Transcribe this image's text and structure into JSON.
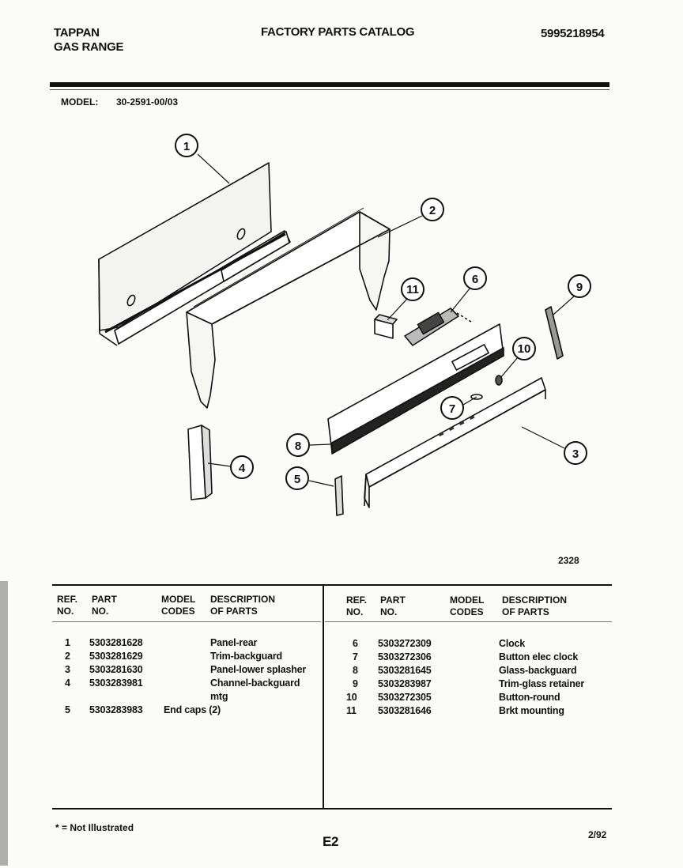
{
  "header": {
    "brand": "TAPPAN",
    "product": "GAS RANGE",
    "title": "FACTORY PARTS CATALOG",
    "catalog_number": "5995218954",
    "model_label": "MODEL:",
    "model_value": "30-2591-00/03"
  },
  "diagram": {
    "figure_number": "2328",
    "callouts": [
      "1",
      "2",
      "3",
      "4",
      "5",
      "6",
      "7",
      "8",
      "9",
      "10",
      "11"
    ]
  },
  "table": {
    "columns": {
      "ref": "REF.\nNO.",
      "part": "PART\nNO.",
      "model": "MODEL\nCODES",
      "desc": "DESCRIPTION\nOF PARTS"
    },
    "left_rows": [
      {
        "ref": "1",
        "part": "5303281628",
        "model": "",
        "desc": "Panel-rear"
      },
      {
        "ref": "2",
        "part": "5303281629",
        "model": "",
        "desc": "Trim-backguard"
      },
      {
        "ref": "3",
        "part": "5303281630",
        "model": "",
        "desc": "Panel-lower splasher"
      },
      {
        "ref": "4",
        "part": "5303283981",
        "model": "",
        "desc": "Channel-backguard"
      },
      {
        "ref": "",
        "part": "",
        "model": "",
        "desc": "mtg"
      },
      {
        "ref": "5",
        "part": "5303283983",
        "model": "End caps (2)",
        "desc": ""
      }
    ],
    "right_rows": [
      {
        "ref": "6",
        "part": "5303272309",
        "model": "",
        "desc": "Clock"
      },
      {
        "ref": "7",
        "part": "5303272306",
        "model": "",
        "desc": "Button elec clock"
      },
      {
        "ref": "8",
        "part": "5303281645",
        "model": "",
        "desc": "Glass-backguard"
      },
      {
        "ref": "9",
        "part": "5303283987",
        "model": "",
        "desc": "Trim-glass retainer"
      },
      {
        "ref": "10",
        "part": "5303272305",
        "model": "",
        "desc": "Button-round"
      },
      {
        "ref": "11",
        "part": "5303281646",
        "model": "",
        "desc": "Brkt mounting"
      }
    ]
  },
  "footer": {
    "note": "* = Not Illustrated",
    "page": "E2",
    "date": "2/92"
  }
}
